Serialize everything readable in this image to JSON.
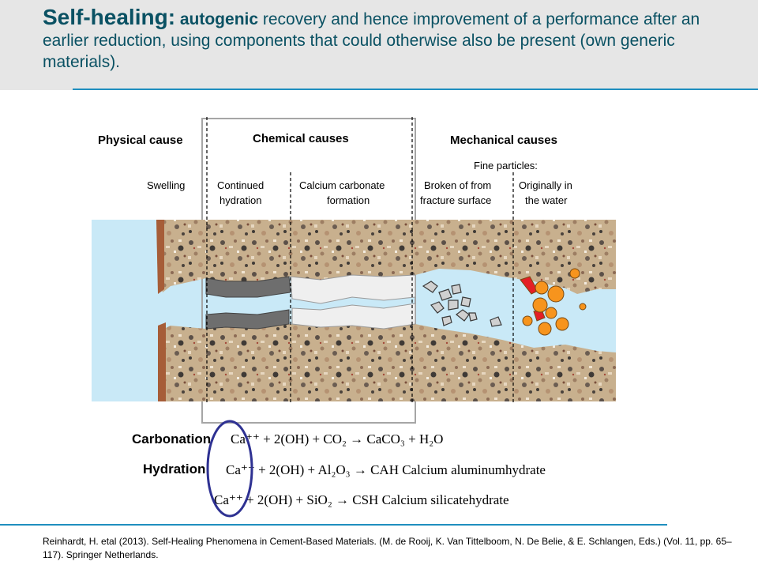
{
  "slide": {
    "title_lead": "Self-healing:",
    "title_bold": "autogenic",
    "title_rest": " recovery and hence improvement of a performance after an earlier reduction, using components that could otherwise also be present (own generic materials)."
  },
  "diagram": {
    "headings": {
      "physical": "Physical cause",
      "chemical": "Chemical causes",
      "mechanical": "Mechanical causes",
      "fine_particles": "Fine particles:"
    },
    "mechanisms": {
      "swelling": "Swelling",
      "hydration_line1": "Continued",
      "hydration_line2": "hydration",
      "carbonate_line1": "Calcium carbonate",
      "carbonate_line2": "formation",
      "broken_line1": "Broken of from",
      "broken_line2": "fracture surface",
      "water_line1": "Originally in",
      "water_line2": "the water"
    },
    "colors": {
      "water": "#c9e9f7",
      "concrete": "#c8b08e",
      "hydration_fill": "#6e6e6e",
      "carbonate_fill": "#efefef",
      "particle_orange": "#f7941d",
      "particle_red": "#e41e26",
      "circle": "#2e3192"
    }
  },
  "equations": {
    "carbonation_label": "Carbonation",
    "carbonation": "Ca⁺⁺ + 2(OH) + CO₂  → CaCO₃ + H₂O",
    "hydration_label": "Hydration",
    "hydration_1": "Ca⁺⁺ + 2(OH) + Al₂O₃  →  CAH Calcium aluminumhydrate",
    "hydration_2": "Ca⁺⁺ + 2(OH) + SiO₂  →  CSH Calcium silicatehydrate"
  },
  "reference": "Reinhardt, H. etal (2013). Self-Healing Phenomena in Cement-Based Materials. (M. de Rooij, K. Van Tittelboom, N. De Belie, & E. Schlangen, Eds.) (Vol. 11, pp. 65–117). Springer Netherlands."
}
